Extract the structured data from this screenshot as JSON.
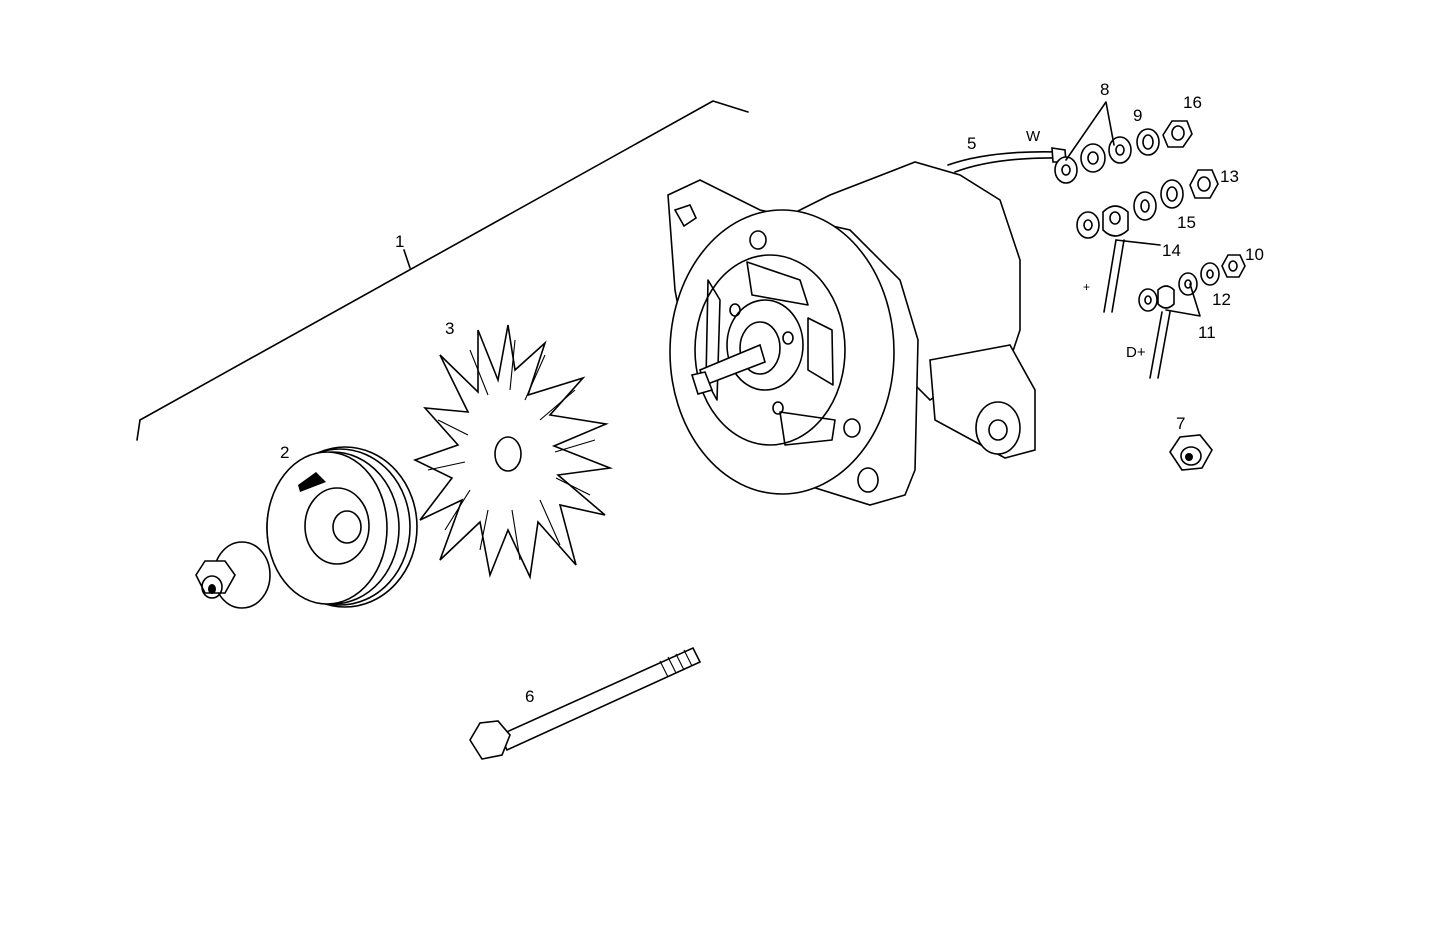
{
  "callouts": {
    "c1": "1",
    "c2": "2",
    "c3": "3",
    "c5": "5",
    "c6": "6",
    "c7": "7",
    "c8": "8",
    "c9": "9",
    "c10": "10",
    "c11": "11",
    "c12": "12",
    "c13": "13",
    "c14": "14",
    "c15": "15",
    "c16": "16"
  },
  "terminals": {
    "w": "W",
    "plus": "+",
    "d_plus": "D+"
  },
  "colors": {
    "line": "#000000",
    "background": "#ffffff"
  }
}
